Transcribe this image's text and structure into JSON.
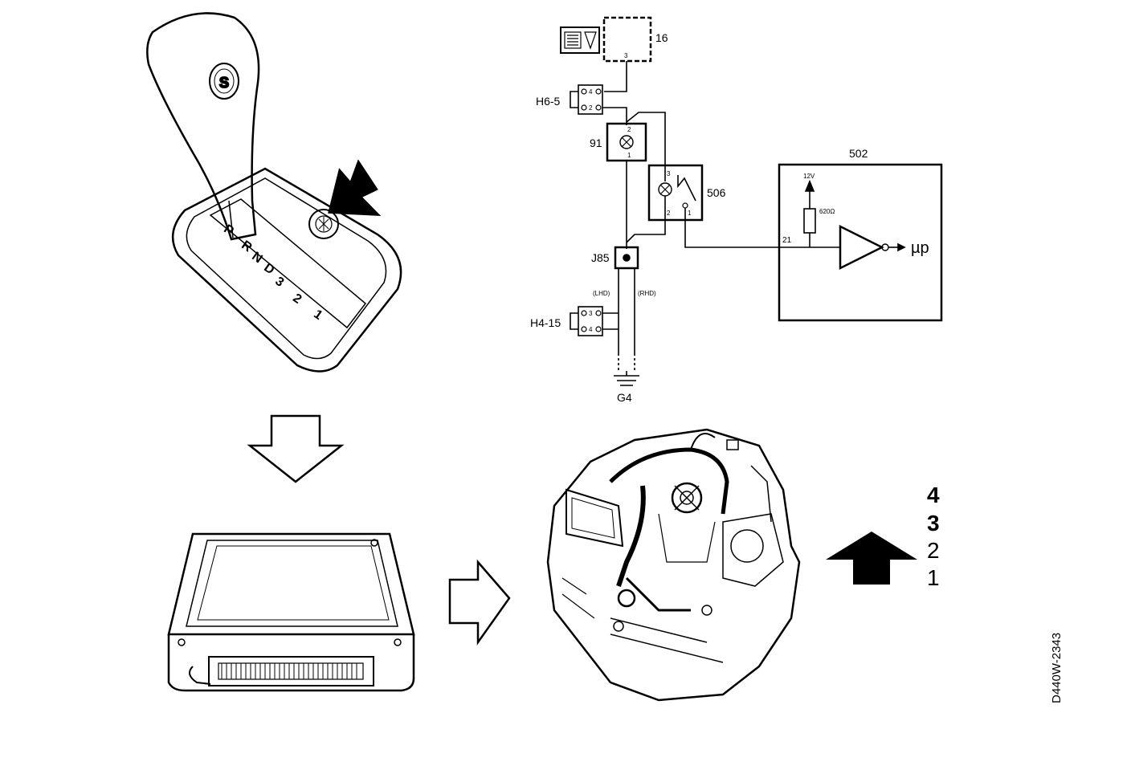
{
  "figure_id": "D440W-2343",
  "wiring": {
    "components": {
      "display_16": "16",
      "lamp_91": "91",
      "switch_506": "506",
      "module_502": "502"
    },
    "connectors": {
      "h6_5": "H6-5",
      "j85": "J85",
      "h4_15": "H4-15",
      "ground_g4": "G4"
    },
    "pins": {
      "p16_3": "3",
      "h6_4": "4",
      "h6_2": "2",
      "l91_2": "2",
      "l91_1": "1",
      "s506_3": "3",
      "s506_2": "2",
      "s506_1": "1",
      "h4_3": "3",
      "h4_4": "4",
      "m502_21": "21"
    },
    "notes": {
      "lhd": "(LHD)",
      "rhd": "(RHD)",
      "supply": "12V",
      "resistor": "620Ω",
      "output": "µp"
    }
  },
  "gear_list": [
    {
      "value": "4",
      "bold": true
    },
    {
      "value": "3",
      "bold": true
    },
    {
      "value": "2",
      "bold": false
    },
    {
      "value": "1",
      "bold": false
    }
  ],
  "gate_letters": [
    "P",
    "R",
    "N",
    "D",
    "3",
    "2",
    "1"
  ],
  "knob_letter": "S"
}
